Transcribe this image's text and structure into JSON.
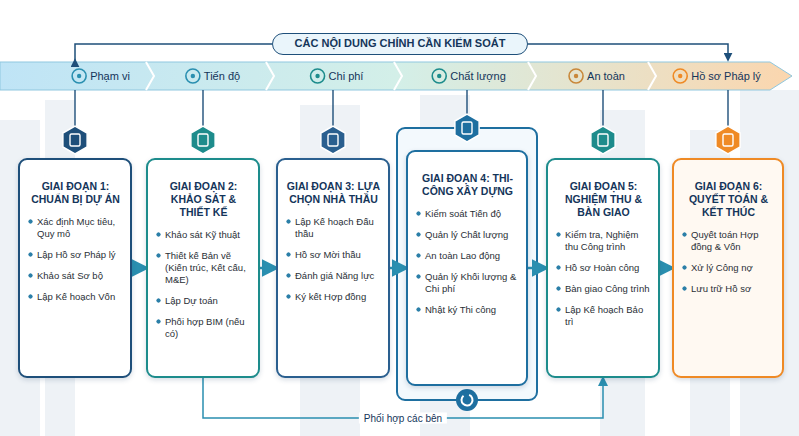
{
  "diagram": {
    "title": "CÁC NỘI DUNG CHÍNH CẦN KIỂM SOÁT",
    "nodes": [
      {
        "text": [
          "GIAI ĐOẠN 1: CHUẨN BỊ DỰ ÁN",
          "Xác định Mục tiêu, Quy mô",
          "Lập Hồ sơ Pháp lý",
          "Khảo sát Sơ bộ",
          "Lập Kế hoạch Vốn"
        ]
      },
      {
        "text": [
          "GIAI ĐOẠN 2: KHẢO SÁT & THIẾT KẾ",
          "Khảo sát Kỹ thuật",
          "Thiết kế Bản vẽ (Kiến trúc, Kết cấu, M&E)",
          "Lập Dự toán",
          "Phối hợp BIM (nếu có)"
        ]
      },
      {
        "text": [
          "GIAI ĐOẠN 3: LỰA CHỌN NHÀ THẦU",
          "Lập Kế hoạch Đấu thầu",
          "Hồ sơ Mời thầu",
          "Đánh giá Năng lực",
          "Ký kết Hợp đồng"
        ]
      },
      {
        "text": [
          "GIAI ĐOẠN 4: THI-CÔNG XÂY DỰNG",
          "Kiểm soát Tiến độ",
          "Quản lý Chất lượng",
          "An toàn Lao động",
          "Quản lý Khối lượng & Chi phí",
          "Nhật ký Thi công"
        ]
      },
      {
        "text": [
          "GIAI ĐOẠN 5: NGHIỆM THU & BÀN GIAO",
          "Kiểm tra, Nghiệm thu Công trình",
          "Hồ sơ Hoàn công",
          "Bàn giao Công trình",
          "Lập Kế hoạch Bảo trì"
        ]
      },
      {
        "text": [
          "GIAI ĐOẠN 6: QUYẾT TOÁN & KẾT THÚC",
          "Quyết toán Hợp đồng & Vốn",
          "Xử lý Công nợ",
          "Lưu trữ Hồ sơ"
        ]
      }
    ],
    "edges": [
      {
        "from": 0,
        "to": 1,
        "arrow": "to"
      },
      {
        "from": 1,
        "to": 2,
        "arrow": "to"
      },
      {
        "from": 2,
        "to": 3,
        "arrow": "to"
      },
      {
        "from": 3,
        "to": 4,
        "arrow": "to"
      },
      {
        "from": 4,
        "to": 5,
        "arrow": "to"
      },
      {
        "from": 1,
        "to": 4,
        "label": "Phối hợp các bên",
        "arrow": "to"
      }
    ],
    "labels": [
      "Phạm vi",
      "Tiến độ",
      "Chi phí",
      "Chất lượng",
      "An toàn",
      "Hồ sơ Pháp lý"
    ]
  }
}
